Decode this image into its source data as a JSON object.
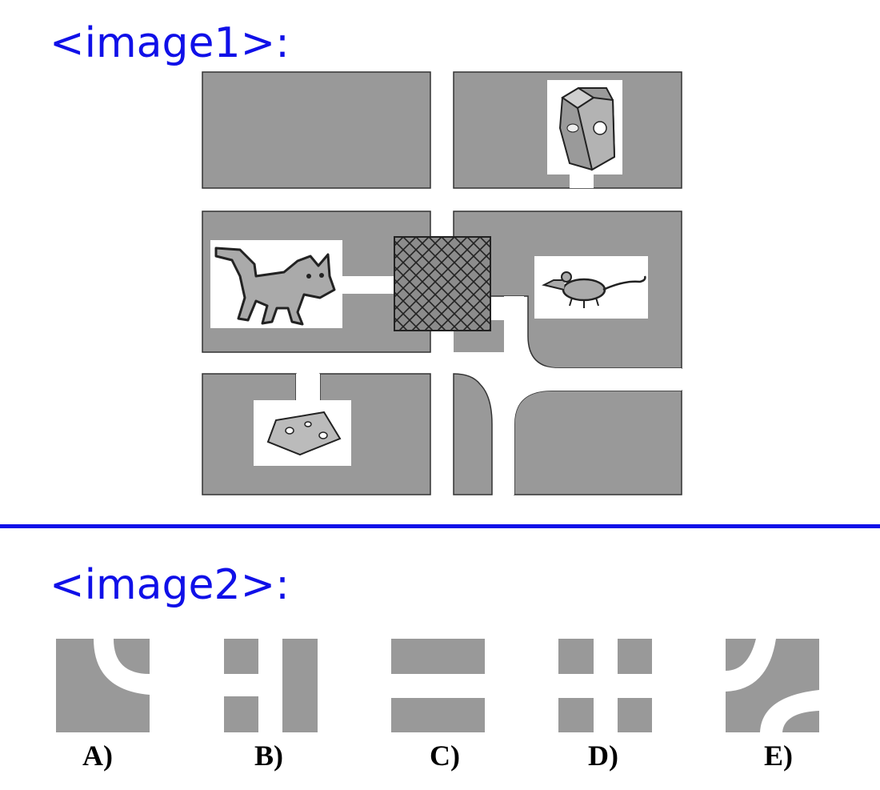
{
  "image1_label": "<image1>:",
  "image2_label": "<image2>:",
  "map": {
    "items": [
      {
        "name": "milk-carton",
        "icon": "milk-carton-icon"
      },
      {
        "name": "cat",
        "icon": "cat-icon"
      },
      {
        "name": "mouse",
        "icon": "mouse-icon"
      },
      {
        "name": "cheese",
        "icon": "cheese-icon"
      },
      {
        "name": "missing-tile",
        "icon": "crosshatch-square-icon"
      }
    ],
    "colors": {
      "block": "#999999",
      "road": "#ffffff",
      "outline": "#333333"
    }
  },
  "options": [
    {
      "letter": "A)",
      "tile": "curve-bottom-left-block"
    },
    {
      "letter": "B)",
      "tile": "vertical-road-with-side-stubs"
    },
    {
      "letter": "C)",
      "tile": "horizontal-road"
    },
    {
      "letter": "D)",
      "tile": "crossroads"
    },
    {
      "letter": "E)",
      "tile": "two-quarter-curves"
    }
  ]
}
